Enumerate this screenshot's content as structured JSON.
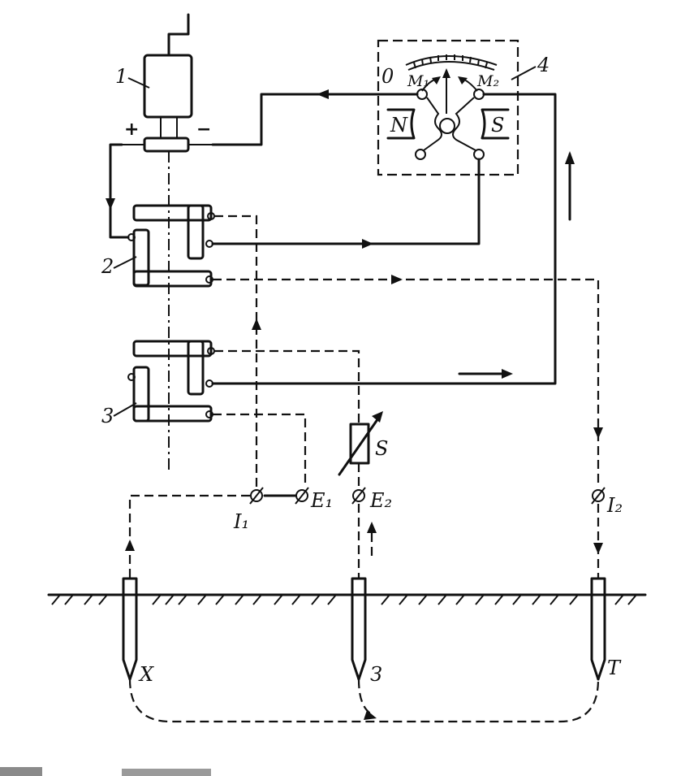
{
  "diagram": {
    "component_labels": {
      "generator": "1",
      "transformer_upper": "2",
      "transformer_lower": "3",
      "meter": "4",
      "resistor": "S"
    },
    "polarity": {
      "plus": "+",
      "minus": "−"
    },
    "meter": {
      "zero_mark": "0",
      "coil_1": "M₁",
      "coil_2": "M₂",
      "pole_north": "N",
      "pole_south": "S"
    },
    "terminals": {
      "e1": "E₁",
      "i1": "I₁",
      "e2": "E₂",
      "i2": "I₂"
    },
    "electrodes": {
      "x": "X",
      "earth": "З",
      "t": "T"
    }
  }
}
